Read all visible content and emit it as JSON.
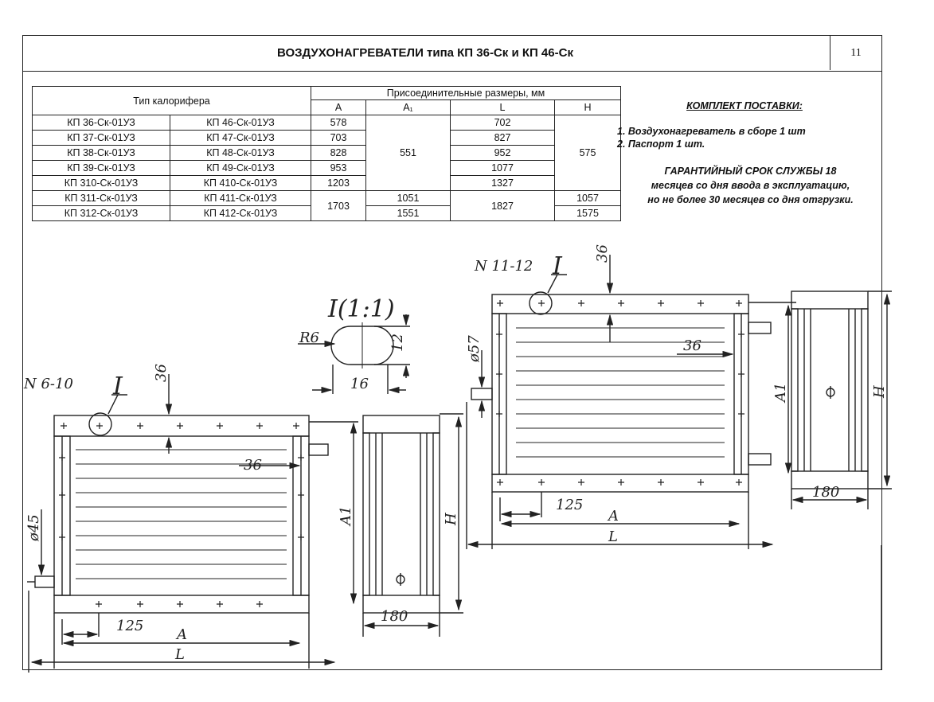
{
  "header": {
    "title": "ВОЗДУХОНАГРЕВАТЕЛИ типа КП 36-Ск и КП 46-Ск",
    "page_number": "11"
  },
  "table": {
    "type_header": "Тип калорифера",
    "dims_header": "Присоединительные размеры, мм",
    "col_a": "A",
    "col_a1": "A₁",
    "col_l": "L",
    "col_h": "H",
    "rows": [
      {
        "m1": "КП 36-Ск-01УЗ",
        "m2": "КП 46-Ск-01УЗ",
        "a": "578",
        "l": "702"
      },
      {
        "m1": "КП 37-Ск-01УЗ",
        "m2": "КП 47-Ск-01УЗ",
        "a": "703",
        "l": "827"
      },
      {
        "m1": "КП 38-Ск-01УЗ",
        "m2": "КП 48-Ск-01УЗ",
        "a": "828",
        "l": "952"
      },
      {
        "m1": "КП 39-Ск-01УЗ",
        "m2": "КП 49-Ск-01УЗ",
        "a": "953",
        "l": "1077"
      },
      {
        "m1": "КП 310-Ск-01УЗ",
        "m2": "КП 410-Ск-01УЗ",
        "a": "1203",
        "l": "1327"
      },
      {
        "m1": "КП 311-Ск-01УЗ",
        "m2": "КП 411-Ск-01УЗ",
        "a": "1703",
        "a1": "1051",
        "l": "1827",
        "h": "1057"
      },
      {
        "m1": "КП 312-Ск-01УЗ",
        "m2": "КП 412-Ск-01УЗ",
        "a1": "1551",
        "h": "1575"
      }
    ],
    "a1_group": "551",
    "h_group": "575"
  },
  "notes": {
    "title": "КОМПЛЕКТ ПОСТАВКИ:",
    "item1": "1. Воздухонагреватель в сборе 1 шт",
    "item2": "2. Паспорт 1 шт.",
    "warranty1": "ГАРАНТИЙНЫЙ СРОК СЛУЖБЫ 18",
    "warranty2": "месяцев со дня ввода в эксплуатацию,",
    "warranty3": "но не более 30 месяцев со дня отгрузки."
  },
  "drawing": {
    "left_label": "N 6-10",
    "right_label": "N 11-12",
    "detail_mark": "I",
    "detail_title": "I(1:1)",
    "r6": "R6",
    "d12": "12",
    "d16": "16",
    "d36": "36",
    "d45": "ø45",
    "d57": "ø57",
    "d125": "125",
    "d180": "180",
    "lbl_a": "A",
    "lbl_l": "L",
    "lbl_a1": "A1",
    "lbl_h": "H",
    "phi": "Φ"
  }
}
